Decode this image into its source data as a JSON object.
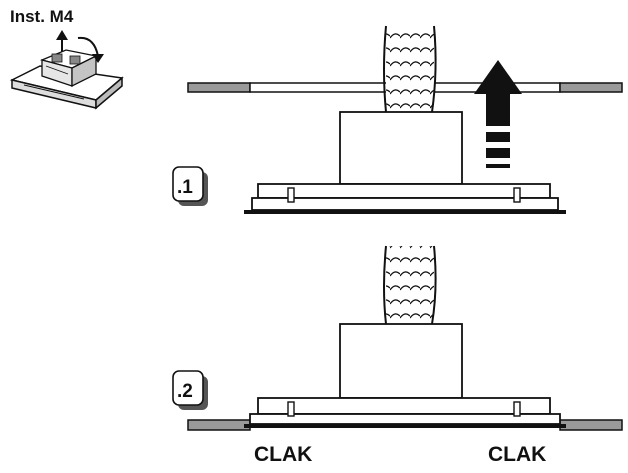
{
  "title": "Inst. M4",
  "steps": [
    {
      "label": ".1"
    },
    {
      "label": ".2"
    }
  ],
  "sounds": {
    "left": "CLAK",
    "right": "CLAK"
  },
  "colors": {
    "ink": "#111111",
    "ceiling": "#9a9a9a",
    "paper": "#ffffff"
  },
  "icons": {
    "lift": "up-arrow-icon",
    "rotate": "curved-arrow-icon"
  }
}
